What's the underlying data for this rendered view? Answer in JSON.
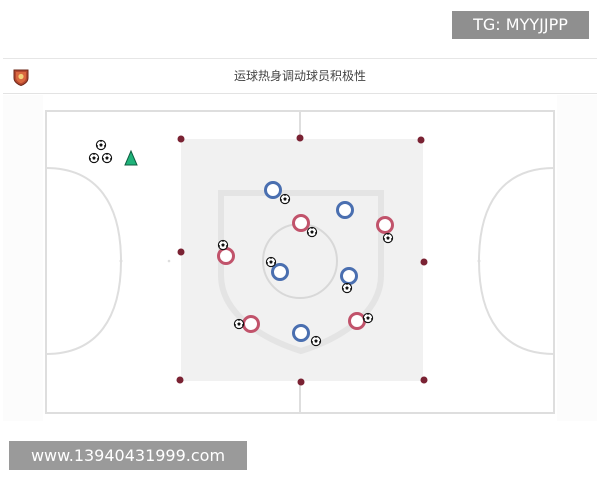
{
  "watermark": {
    "tg_label": "TG: MYYJJPP",
    "url_label": "www.13940431999.com"
  },
  "header": {
    "title": "运球热身调动球员积极性"
  },
  "colors": {
    "red_team": "#c1536b",
    "blue_team": "#4a6fb0",
    "cone_marker": "#7a2233",
    "cone_green": "#1fb37a",
    "zone_fill": "#f1f1f1",
    "pitch_lines": "#dcdcdc"
  },
  "icons": {
    "crest": "team-crest-icon",
    "ball": "soccer-ball-icon",
    "cone": "training-cone-icon"
  }
}
